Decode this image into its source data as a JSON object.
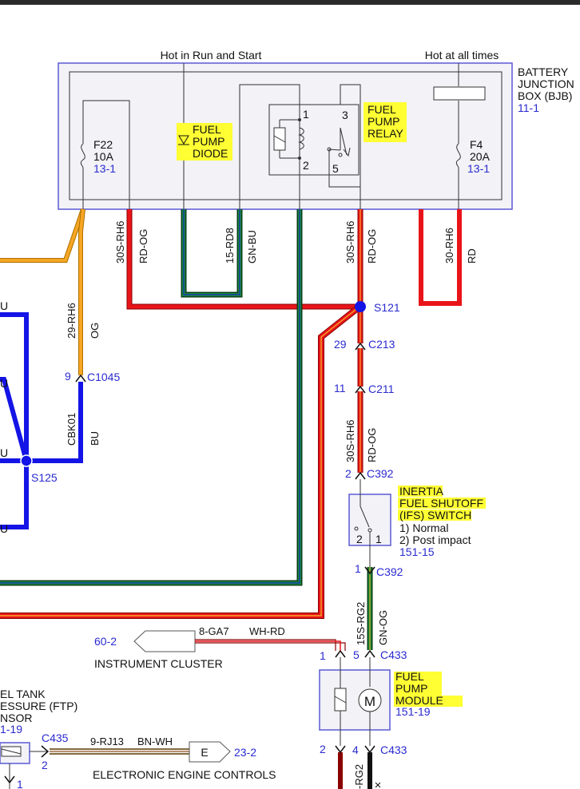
{
  "colors": {
    "orange": "#f5a623",
    "red": "#e8141a",
    "blue": "#1414e6",
    "green": "#0f6e24",
    "highlight": "#ffff33",
    "ref_blue": "#2a2ad0",
    "box_border": "#5a5ad6"
  },
  "bjb": {
    "hot_run_start": "Hot in Run and Start",
    "hot_all_times": "Hot at all times",
    "title_lines": [
      "BATTERY",
      "JUNCTION",
      "BOX (BJB)"
    ],
    "ref": "11-1"
  },
  "fuses": [
    {
      "id": "F22",
      "rating": "10A",
      "ref": "13-1"
    },
    {
      "id": "F4",
      "rating": "20A",
      "ref": "13-1"
    }
  ],
  "diode": {
    "lines": [
      "FUEL",
      "PUMP",
      "DIODE"
    ]
  },
  "relay": {
    "lines": [
      "FUEL",
      "PUMP",
      "RELAY"
    ],
    "pins": [
      "1",
      "2",
      "3",
      "5"
    ]
  },
  "wires": [
    {
      "circuit": "30S-RH6",
      "color": "RD-OG"
    },
    {
      "circuit": "15-RD8",
      "color": "GN-BU"
    },
    {
      "circuit": "30S-RH6",
      "color": "RD-OG"
    },
    {
      "circuit": "30-RH6",
      "color": "RD"
    },
    {
      "circuit": "29-RH6",
      "color": "OG"
    },
    {
      "circuit": "CBK01",
      "color": "BU"
    },
    {
      "circuit": "30S-RH6",
      "color": "RD-OG"
    },
    {
      "circuit": "15S-RG2",
      "color": "GN-OG"
    },
    {
      "circuit": "8-GA7",
      "color": "WH-RD"
    },
    {
      "circuit": "9-RJ13",
      "color": "BN-WH"
    }
  ],
  "splices": [
    "S121",
    "S125"
  ],
  "connectors": {
    "c213": {
      "pin": "29",
      "name": "C213"
    },
    "c211": {
      "pin": "11",
      "name": "C211"
    },
    "c1045": {
      "pin": "9",
      "name": "C1045"
    },
    "c392_top": {
      "pin": "2",
      "name": "C392"
    },
    "c392_bot": {
      "pin": "1",
      "name": "C392"
    },
    "c433_top": {
      "pin_a": "1",
      "pin_b": "5",
      "name": "C433"
    },
    "c433_bot": {
      "pin_a": "2",
      "pin_b": "4",
      "name": "C433"
    },
    "c435": {
      "pin": "2",
      "name": "C435"
    }
  },
  "ifs": {
    "lines": [
      "INERTIA",
      "FUEL SHUTOFF",
      "(IFS) SWITCH"
    ],
    "states": [
      "1) Normal",
      "2) Post impact"
    ],
    "ref": "151-15",
    "pins": [
      "2",
      "1"
    ]
  },
  "fpm": {
    "lines": [
      "FUEL",
      "PUMP",
      "MODULE"
    ],
    "ref": "151-19",
    "motor": "M"
  },
  "cluster": {
    "ref": "60-2",
    "name": "INSTRUMENT CLUSTER"
  },
  "eec": {
    "letter": "E",
    "ref": "23-2",
    "name": "ELECTRONIC ENGINE CONTROLS"
  },
  "ftp": {
    "lines": [
      "EL TANK",
      "ESSURE (FTP)",
      "NSOR"
    ],
    "ref": "1-19",
    "pin": "1"
  },
  "left_partial": [
    "U",
    "U",
    "U",
    "U"
  ],
  "bottom_partial": "-RG2"
}
